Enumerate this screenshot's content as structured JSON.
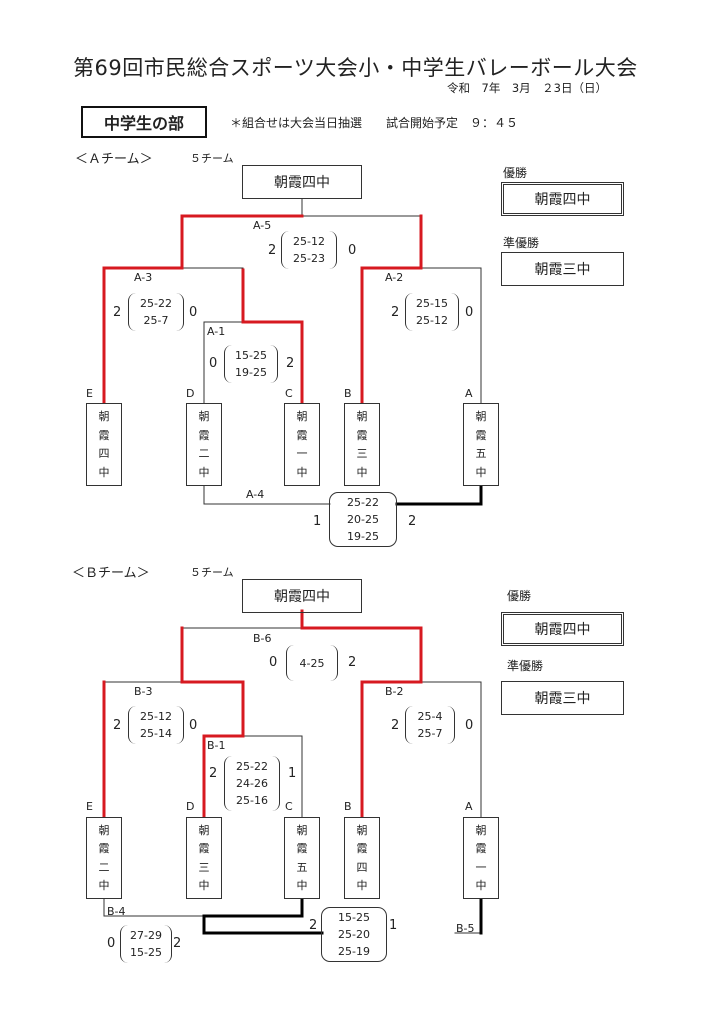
{
  "title": "第69回市民総合スポーツ大会小・中学生バレーボール大会",
  "date": "令和　7年　3月　２3日（日）",
  "division": "中学生の部",
  "note": "＊組合せは大会当日抽選　　試合開始予定　９：４５",
  "colors": {
    "winner_path": "#d71920",
    "normal_line": "#333333",
    "bold_line": "#000000"
  },
  "bracket_a": {
    "label": "＜Ａチーム＞",
    "team_count": "５チーム",
    "top_winner": "朝霞四中",
    "champion_label": "優勝",
    "champion": "朝霞四中",
    "runner_up_label": "準優勝",
    "runner_up": "朝霞三中",
    "slots": [
      "E",
      "D",
      "C",
      "B",
      "A"
    ],
    "teams": [
      [
        "朝",
        "霞",
        "四",
        "中"
      ],
      [
        "朝",
        "霞",
        "二",
        "中"
      ],
      [
        "朝",
        "霞",
        "一",
        "中"
      ],
      [
        "朝",
        "霞",
        "三",
        "中"
      ],
      [
        "朝",
        "霞",
        "五",
        "中"
      ]
    ],
    "matches": {
      "a1": {
        "label": "A-1",
        "left": "0",
        "right": "2",
        "sets": [
          "15-25",
          "19-25"
        ]
      },
      "a2": {
        "label": "A-2",
        "left": "2",
        "right": "0",
        "sets": [
          "25-15",
          "25-12"
        ]
      },
      "a3": {
        "label": "A-3",
        "left": "2",
        "right": "0",
        "sets": [
          "25-22",
          "25-7"
        ]
      },
      "a4": {
        "label": "A-4",
        "left": "1",
        "right": "2",
        "sets": [
          "25-22",
          "20-25",
          "19-25"
        ]
      },
      "a5": {
        "label": "A-5",
        "left": "2",
        "right": "0",
        "sets": [
          "25-12",
          "25-23"
        ]
      }
    }
  },
  "bracket_b": {
    "label": "＜Ｂチーム＞",
    "team_count": "５チーム",
    "top_winner": "朝霞四中",
    "champion_label": "優勝",
    "champion": "朝霞四中",
    "runner_up_label": "準優勝",
    "runner_up": "朝霞三中",
    "slots": [
      "E",
      "D",
      "C",
      "B",
      "A"
    ],
    "teams": [
      [
        "朝",
        "霞",
        "二",
        "中"
      ],
      [
        "朝",
        "霞",
        "三",
        "中"
      ],
      [
        "朝",
        "霞",
        "五",
        "中"
      ],
      [
        "朝",
        "霞",
        "四",
        "中"
      ],
      [
        "朝",
        "霞",
        "一",
        "中"
      ]
    ],
    "matches": {
      "b1": {
        "label": "B-1",
        "left": "2",
        "right": "1",
        "sets": [
          "25-22",
          "24-26",
          "25-16"
        ]
      },
      "b2": {
        "label": "B-2",
        "left": "2",
        "right": "0",
        "sets": [
          "25-4",
          "25-7"
        ]
      },
      "b3": {
        "label": "B-3",
        "left": "2",
        "right": "0",
        "sets": [
          "25-12",
          "25-14"
        ]
      },
      "b4": {
        "label": "B-4",
        "left": "0",
        "right": "2",
        "sets": [
          "27-29",
          "15-25"
        ]
      },
      "b5": {
        "label": "B-5",
        "left": "2",
        "right": "1",
        "sets": [
          "15-25",
          "25-20",
          "25-19"
        ]
      },
      "b6": {
        "label": "B-6",
        "left": "0",
        "right": "2",
        "sets": [
          "4-25"
        ]
      }
    }
  }
}
